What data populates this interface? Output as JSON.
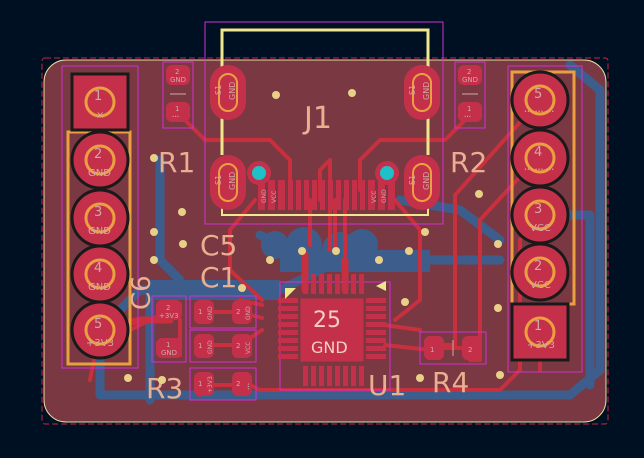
{
  "colors": {
    "background": "#001023",
    "board": "#7a3843",
    "board_edge": "#e8e0a0",
    "copper_front": "#c8303e",
    "copper_back": "#3d5e8c",
    "silk": "#f0e68c",
    "courtyard": "#d030d0",
    "pad": "#c4304a",
    "pad_hole": "#eaa040",
    "via_ring": "#c8a050",
    "via_hole": "#e8d088",
    "via_big": "#20c0c8",
    "keepout": "#d02040",
    "pin_text": "#d0a8a8",
    "ref_text": "#e8b090"
  },
  "references": {
    "j1": "J1",
    "r1": "R1",
    "r2": "R2",
    "r3": "R3",
    "r4": "R4",
    "c1": "C1",
    "c5": "C5",
    "c6": "C6",
    "u1": "U1"
  },
  "left_header": {
    "pins": [
      {
        "num": "1",
        "net": "×"
      },
      {
        "num": "2",
        "net": "GND"
      },
      {
        "num": "3",
        "net": "GND"
      },
      {
        "num": "4",
        "net": "GND"
      },
      {
        "num": "5",
        "net": "+3V3"
      }
    ]
  },
  "right_header": {
    "pins": [
      {
        "num": "5",
        "net": "•••-•••-•••"
      },
      {
        "num": "4",
        "net": "•••-•••-•••"
      },
      {
        "num": "3",
        "net": "VCC"
      },
      {
        "num": "2",
        "net": "VCC"
      },
      {
        "num": "1",
        "net": "+3V3"
      }
    ]
  },
  "usb_shield_pins": {
    "num": "S1",
    "net": "GND"
  },
  "usb_pin_nets": [
    "GND",
    "VCC",
    "VCC",
    "GND"
  ],
  "r1_pads": {
    "p1": "1",
    "p2": "2",
    "net2": "GND",
    "net1": "•••"
  },
  "r2_pads": {
    "p1": "1",
    "p2": "2",
    "net2": "GND",
    "net1": "•••"
  },
  "c6_pads": {
    "p1": "1",
    "p2": "2",
    "net1": "GND",
    "net2": "+3V3"
  },
  "c1_pads": {
    "p1": "1",
    "p2": "2",
    "net1": "GND",
    "net2": "GND"
  },
  "c5_pads": {
    "p1": "1",
    "p2": "2",
    "net1": "GND",
    "net2": "VCC"
  },
  "r3_pads": {
    "p1": "1",
    "p2": "2",
    "net1": "+3V3",
    "net2": "•••"
  },
  "r4_pads": {
    "p1": "1",
    "p2": "2"
  },
  "u1_pad": {
    "num": "25",
    "net": "GND"
  }
}
